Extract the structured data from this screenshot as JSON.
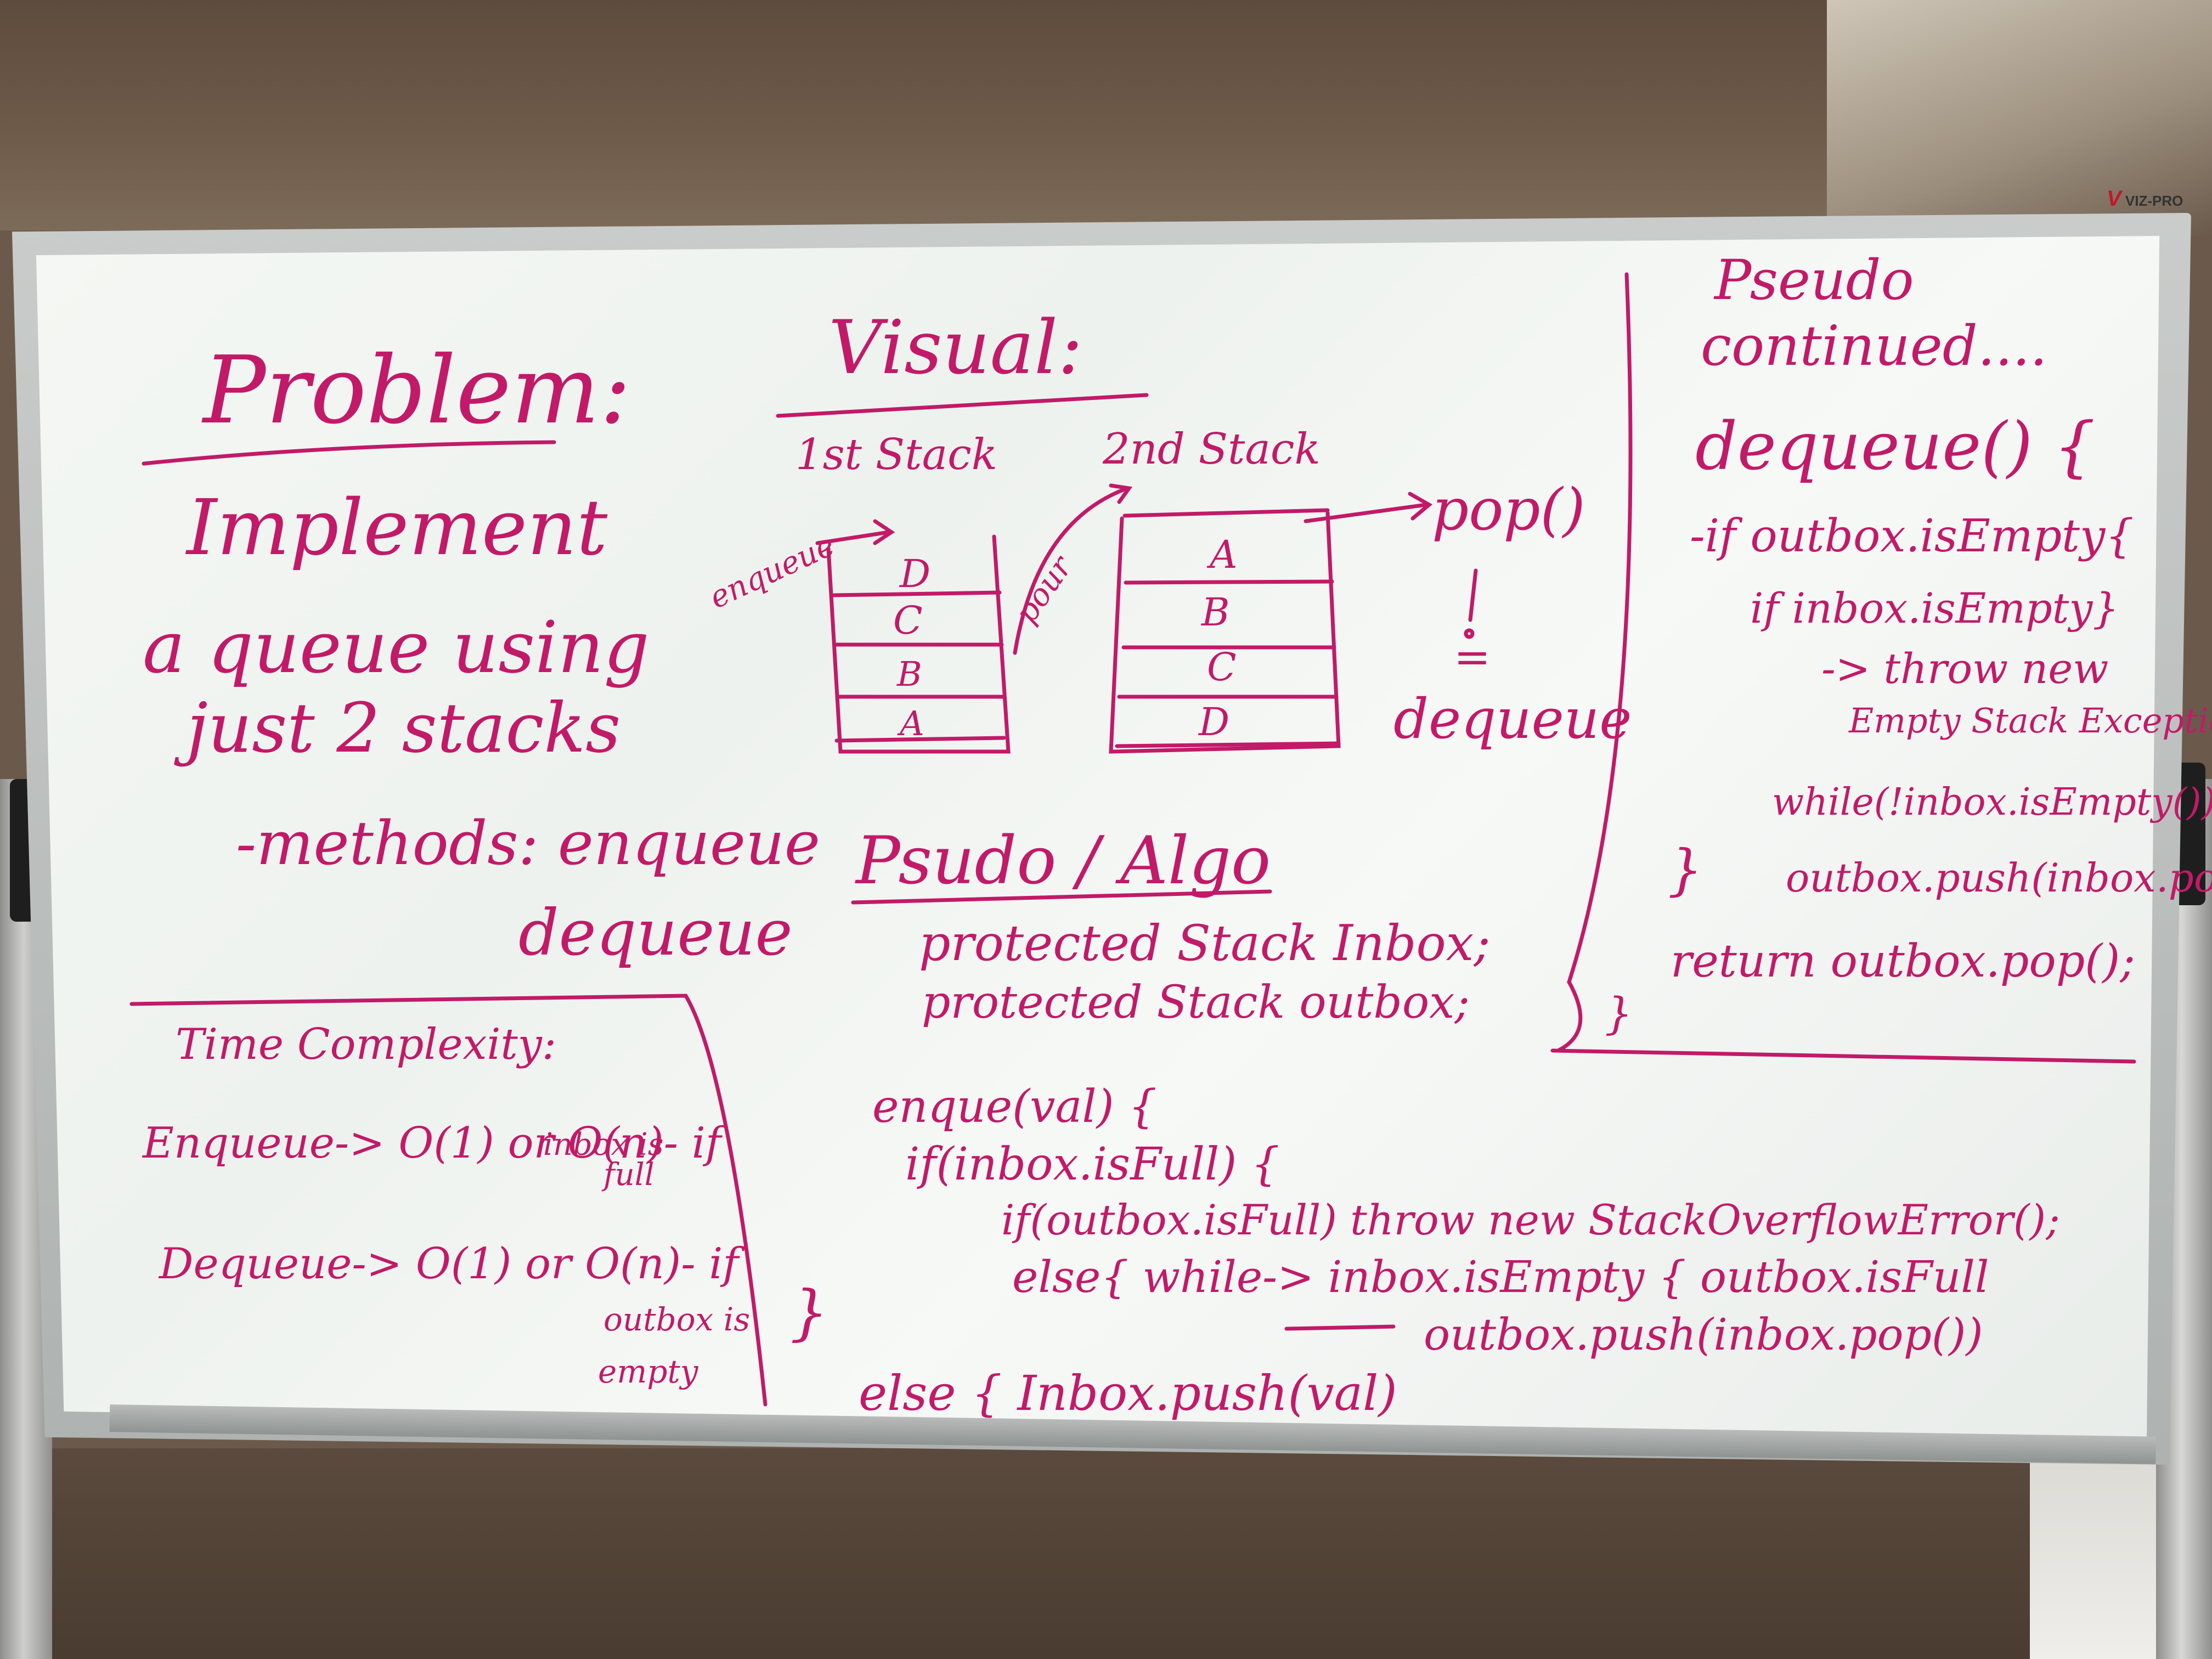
{
  "brand": "VIZ-PRO",
  "ink_color": "#c21a68",
  "problem": {
    "title": "Problem:",
    "lines": [
      "Implement",
      "a queue using",
      "just 2 stacks"
    ],
    "methods_label": "-methods: enqueue",
    "methods_second": "dequeue"
  },
  "time_complexity": {
    "title": "Time Complexity:",
    "enqueue_line": "Enqueue-> O(1) or O(n)- if",
    "enqueue_note_1": "inbox is",
    "enqueue_note_2": "full",
    "dequeue_line": "Dequeue-> O(1) or O(n)- if",
    "dequeue_note_1": "outbox is",
    "dequeue_note_2": "empty"
  },
  "visual": {
    "title": "Visual:",
    "stack1_label": "1st Stack",
    "stack2_label": "2nd Stack",
    "enqueue_label": "enqueue",
    "pour_label": "pour",
    "stack1_cells": [
      "D",
      "C",
      "B",
      "A"
    ],
    "stack2_cells": [
      "A",
      "B",
      "C",
      "D"
    ],
    "pop_label": "pop()",
    "equals_label": "=",
    "dequeue_label": "dequeue"
  },
  "pseudo": {
    "title": "Psudo / Algo",
    "lines": [
      "protected Stack Inbox;",
      "protected Stack outbox;",
      "enque(val) {",
      "if(inbox.isFull) {",
      "if(outbox.isFull) throw new StackOverflowError();",
      "else{ while-> inbox.isEmpty { outbox.isFull",
      "outbox.push(inbox.pop())",
      "}",
      "else { Inbox.push(val)"
    ]
  },
  "pseudo_continued": {
    "title_1": "Pseudo",
    "title_2": "continued....",
    "lines": [
      "dequeue() {",
      "-if outbox.isEmpty{",
      "if inbox.isEmpty}",
      "-> throw new",
      "Empty Stack Exception",
      "while(!inbox.isEmpty())",
      "}",
      "outbox.push(inbox.pop)",
      "return outbox.pop();",
      "}"
    ]
  }
}
